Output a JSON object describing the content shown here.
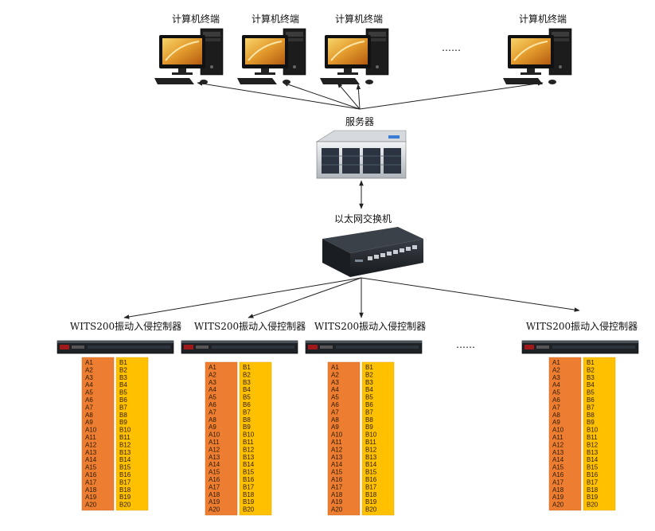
{
  "terminals": {
    "label": "计算机终端",
    "ellipsis": "……",
    "count": 4
  },
  "server": {
    "label": "服务器"
  },
  "switch": {
    "label": "以太网交换机"
  },
  "controllers": {
    "label": "WITS200振动入侵控制器",
    "ellipsis": "……",
    "count": 4,
    "zone_a": [
      "A1",
      "A2",
      "A3",
      "A4",
      "A5",
      "A6",
      "A7",
      "A8",
      "A9",
      "A10",
      "A11",
      "A12",
      "A13",
      "A14",
      "A15",
      "A16",
      "A17",
      "A18",
      "A19",
      "A20"
    ],
    "zone_b": [
      "B1",
      "B2",
      "B3",
      "B4",
      "B5",
      "B6",
      "B7",
      "B8",
      "B9",
      "B10",
      "B11",
      "B12",
      "B13",
      "B14",
      "B15",
      "B16",
      "B17",
      "B18",
      "B19",
      "B20"
    ]
  },
  "colors": {
    "zone_a_fill": "#ED7D31",
    "zone_b_fill": "#FFC000",
    "arrow": "#222222"
  }
}
